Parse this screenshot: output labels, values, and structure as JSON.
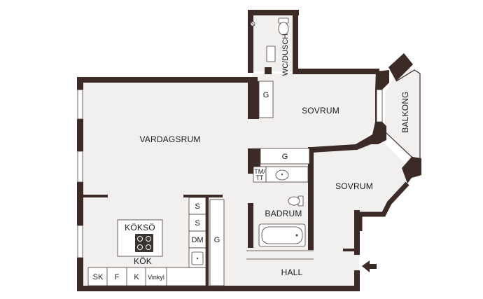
{
  "colors": {
    "wall": "#3b2a26",
    "floor": "#f1f0ef",
    "fixture": "#ffffff",
    "line": "#4a3a36",
    "stove": "#3a3432"
  },
  "rooms": {
    "living": "VARDAGSRUM",
    "bedroom1": "SOVRUM",
    "bedroom2": "SOVRUM",
    "balcony": "BALKONG",
    "wc": "WC/DUSCH",
    "bathroom": "BADRUM",
    "hall": "HALL",
    "kitchen": "KÖK",
    "island": "KÖKSÖ"
  },
  "storage": {
    "g_bedroom": "G",
    "g_corridor": "G",
    "g_hall": "G",
    "s1": "S",
    "s2": "S",
    "dm": "DM",
    "tm_tt": "TM/\nTT"
  },
  "kitchen_row": {
    "sk": "SK",
    "f": "F",
    "k": "K",
    "vinkyl": "Vinkyl"
  },
  "icons": {
    "entrance": "entrance-arrow-icon",
    "stove": "stove-icon",
    "toilet": "toilet-icon",
    "sink": "sink-icon",
    "bathtub": "bathtub-icon",
    "shower": "shower-icon"
  }
}
